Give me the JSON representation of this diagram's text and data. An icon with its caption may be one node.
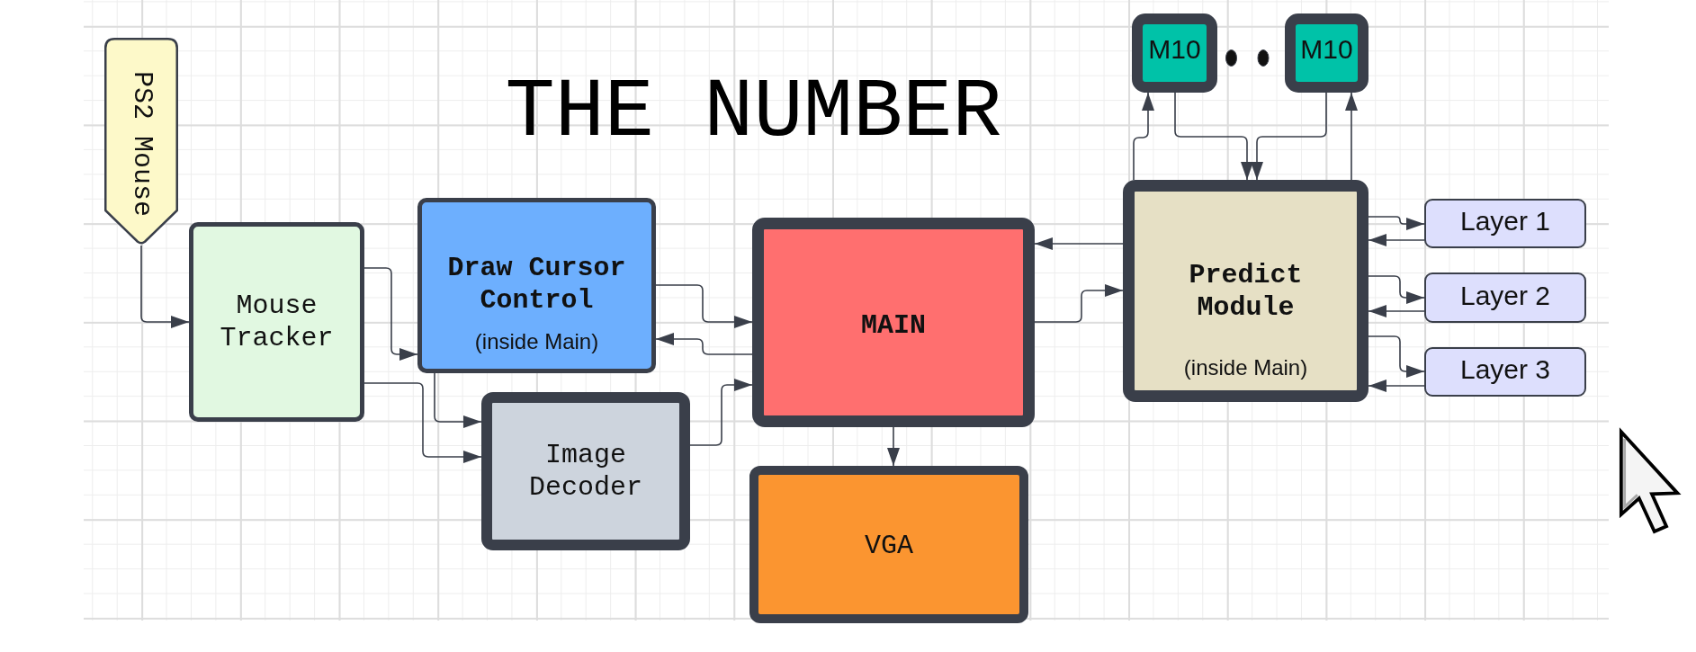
{
  "diagram": {
    "title": "THE NUMBER",
    "nodes": [
      {
        "text": [
          "PS2 Mouse"
        ]
      },
      {
        "text": [
          "Mouse Tracker"
        ]
      },
      {
        "text": [
          "Draw Cursor Control",
          "(inside Main)"
        ]
      },
      {
        "text": [
          "Image Decoder"
        ]
      },
      {
        "text": [
          "MAIN"
        ]
      },
      {
        "text": [
          "VGA"
        ]
      },
      {
        "text": [
          "Predict Module",
          "(inside Main)"
        ]
      },
      {
        "text": [
          "M10"
        ]
      },
      {
        "text": [
          "M10"
        ]
      },
      {
        "text": [
          "Layer 1"
        ]
      },
      {
        "text": [
          "Layer 2"
        ]
      },
      {
        "text": [
          "Layer 3"
        ]
      }
    ],
    "edges": [
      {
        "from": 0,
        "to": 1,
        "arrow": "to"
      },
      {
        "from": 1,
        "to": 2,
        "arrow": "to"
      },
      {
        "from": 1,
        "to": 3,
        "arrow": "to"
      },
      {
        "from": 2,
        "to": 3,
        "arrow": "to"
      },
      {
        "from": 2,
        "to": 4,
        "arrow": "to"
      },
      {
        "from": 4,
        "to": 2,
        "arrow": "to"
      },
      {
        "from": 3,
        "to": 4,
        "arrow": "to"
      },
      {
        "from": 4,
        "to": 5,
        "arrow": "to"
      },
      {
        "from": 4,
        "to": 6,
        "arrow": "to"
      },
      {
        "from": 6,
        "to": 4,
        "arrow": "to"
      },
      {
        "from": 6,
        "to": 7,
        "arrow": "to"
      },
      {
        "from": 7,
        "to": 6,
        "arrow": "to"
      },
      {
        "from": 8,
        "to": 6,
        "arrow": "to"
      },
      {
        "from": 6,
        "to": 8,
        "arrow": "to"
      },
      {
        "from": 6,
        "to": 9,
        "arrow": "to"
      },
      {
        "from": 9,
        "to": 6,
        "arrow": "to"
      },
      {
        "from": 6,
        "to": 10,
        "arrow": "to"
      },
      {
        "from": 10,
        "to": 6,
        "arrow": "to"
      },
      {
        "from": 6,
        "to": 11,
        "arrow": "to"
      },
      {
        "from": 11,
        "to": 6,
        "arrow": "to"
      }
    ]
  }
}
